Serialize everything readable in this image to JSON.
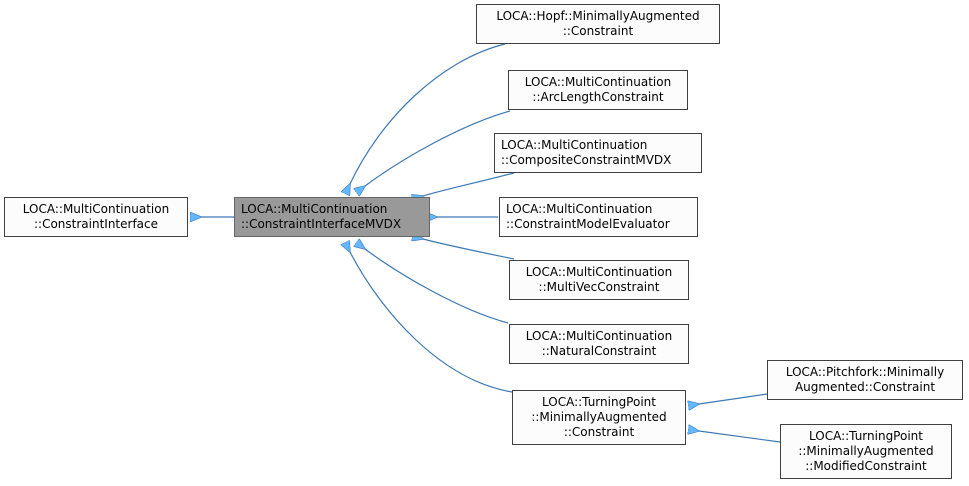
{
  "diagram": {
    "title": "Inheritance diagram for LOCA::MultiContinuation::ConstraintInterfaceMVDX",
    "edge_color": "#3d78b3",
    "arrow_color": "#63b8ff",
    "nodes": [
      {
        "id": "base",
        "lines": [
          "LOCA::MultiContinuation",
          "::ConstraintInterface"
        ]
      },
      {
        "id": "current",
        "lines": [
          "LOCA::MultiContinuation",
          "::ConstraintInterfaceMVDX"
        ],
        "highlighted": true
      },
      {
        "id": "hopf",
        "lines": [
          "LOCA::Hopf::MinimallyAugmented",
          "::Constraint"
        ]
      },
      {
        "id": "arclength",
        "lines": [
          "LOCA::MultiContinuation",
          "::ArcLengthConstraint"
        ]
      },
      {
        "id": "composite",
        "lines": [
          "LOCA::MultiContinuation",
          "::CompositeConstraintMVDX"
        ]
      },
      {
        "id": "modeleval",
        "lines": [
          "LOCA::MultiContinuation",
          "::ConstraintModelEvaluator"
        ]
      },
      {
        "id": "multivec",
        "lines": [
          "LOCA::MultiContinuation",
          "::MultiVecConstraint"
        ]
      },
      {
        "id": "natural",
        "lines": [
          "LOCA::MultiContinuation",
          "::NaturalConstraint"
        ]
      },
      {
        "id": "turning",
        "lines": [
          "LOCA::TurningPoint",
          "::MinimallyAugmented",
          "::Constraint"
        ]
      },
      {
        "id": "pitchfork",
        "lines": [
          "LOCA::Pitchfork::Minimally",
          "Augmented::Constraint"
        ]
      },
      {
        "id": "turningmod",
        "lines": [
          "LOCA::TurningPoint",
          "::MinimallyAugmented",
          "::ModifiedConstraint"
        ]
      }
    ],
    "edges": [
      {
        "from": "current",
        "to": "base"
      },
      {
        "from": "hopf",
        "to": "current"
      },
      {
        "from": "arclength",
        "to": "current"
      },
      {
        "from": "composite",
        "to": "current"
      },
      {
        "from": "modeleval",
        "to": "current"
      },
      {
        "from": "multivec",
        "to": "current"
      },
      {
        "from": "natural",
        "to": "current"
      },
      {
        "from": "turning",
        "to": "current"
      },
      {
        "from": "pitchfork",
        "to": "turning"
      },
      {
        "from": "turningmod",
        "to": "turning"
      }
    ]
  }
}
